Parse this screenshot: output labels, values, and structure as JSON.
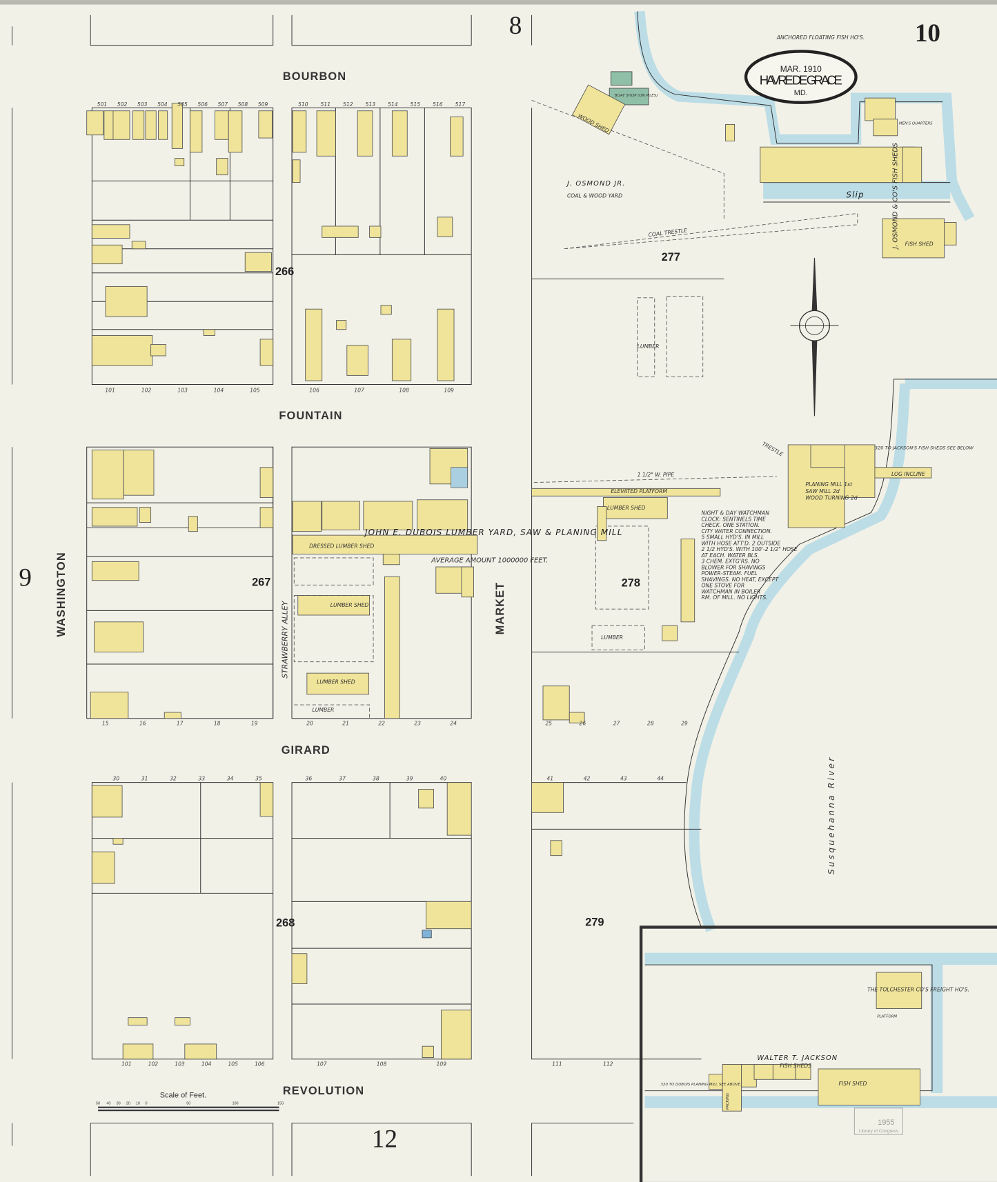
{
  "title": {
    "date": "MAR. 1910",
    "city": "HAVRE DE GRACE",
    "state": "MD."
  },
  "sheet_numbers": {
    "current": "10",
    "north": "8",
    "west": "9",
    "south": "12"
  },
  "streets": {
    "bourbon": "BOURBON",
    "fountain": "FOUNTAIN",
    "girard": "GIRARD",
    "revolution": "REVOLUTION",
    "washington": "WASHINGTON",
    "strawberry_alley": "STRAWBERRY ALLEY",
    "market": "MARKET"
  },
  "blocks": [
    "266",
    "267",
    "268",
    "277",
    "278",
    "279"
  ],
  "labels": {
    "anchored": "ANCHORED FLOATING FISH HO'S.",
    "osmond_yard": "J. OSMOND JR.",
    "osmond_yard_sub": "COAL & WOOD YARD",
    "coal_trestle": "COAL TRESTLE",
    "wood_shed": "WOOD SHED",
    "boat_shop": "BOAT SHOP (ON PILES)",
    "slip": "Slip",
    "osmond_fish_sheds": "J. OSMOND & CO'S FISH SHEDS",
    "mens_quarters": "MEN'S QUARTERS",
    "fish_shed": "FISH SHED",
    "dubois": "JOHN E. DUBOIS LUMBER YARD, SAW & PLANING MILL",
    "average_amount": "AVERAGE AMOUNT 1000000 FEET.",
    "dressed_lumber_shed": "DRESSED LUMBER SHED",
    "lumber_shed": "LUMBER SHED",
    "lumber": "LUMBER",
    "elevated_platform": "ELEVATED PLATFORM",
    "planing_mill": "PLANING MILL 1st",
    "saw_mill": "SAW MILL 2d",
    "wood_turning": "WOOD TURNING 2d",
    "trestle": "TRESTLE",
    "log_incline": "LOG INCLINE",
    "jackson_ref": "320 TO JACKSON'S FISH SHEDS SEE BELOW",
    "pipe": "1 1/2\" W. PIPE",
    "tolchester": "THE TOLCHESTER CO'S FREIGHT HO'S.",
    "platform": "PLATFORM",
    "jackson": "WALTER T. JACKSON",
    "jackson_sub": "FISH SHEDS",
    "packing": "PACKING",
    "dubois_ref": "320 TO DUBOIS PLANING MILL SEE ABOVE.",
    "river": "Susquehanna River"
  },
  "notes": [
    "NIGHT & DAY WATCHMAN",
    "CLOCK: SENTINELS TIME",
    "CHECK. ONE STATION.",
    "CITY WATER CONNECTION.",
    "5 SMALL HYD'S. IN MILL",
    "WITH HOSE ATT'D. 2 OUTSIDE",
    "2 1/2 HYD'S. WITH 100'-2 1/2\" HOSE",
    "AT EACH. WATER BLS.",
    "3 CHEM. EXTG'RS. NO",
    "BLOWER FOR SHAVINGS",
    "POWER-STEAM. FUEL",
    "SHAVINGS. NO HEAT, EXCEPT",
    "ONE STOVE FOR",
    "WATCHMAN IN BOILER",
    "RM. OF MILL. NO LIGHTS."
  ],
  "lots": {
    "b266a": [
      "101",
      "102",
      "103",
      "104",
      "105"
    ],
    "b266b": [
      "106",
      "107",
      "108",
      "109"
    ],
    "b267a": [
      "15",
      "16",
      "17",
      "18",
      "19"
    ],
    "b267b": [
      "20",
      "21",
      "22",
      "23",
      "24"
    ],
    "b278": [
      "25",
      "26",
      "27",
      "28",
      "29"
    ],
    "b268a_top": [
      "30",
      "31",
      "32",
      "33",
      "34",
      "35"
    ],
    "b268b_top": [
      "36",
      "37",
      "38",
      "39",
      "40"
    ],
    "b279_top": [
      "41",
      "42",
      "43",
      "44"
    ],
    "b268a": [
      "101",
      "102",
      "103",
      "104",
      "105",
      "106"
    ],
    "b268b": [
      "107",
      "108",
      "109"
    ],
    "b279": [
      "111",
      "112"
    ],
    "bourbon_a": [
      "501",
      "502",
      "503",
      "504",
      "505",
      "506",
      "507",
      "508",
      "509"
    ],
    "bourbon_b": [
      "510",
      "511",
      "512",
      "513",
      "514",
      "515",
      "516",
      "517"
    ]
  },
  "scale": {
    "title": "Scale of Feet.",
    "ticks": [
      "50",
      "40",
      "30",
      "20",
      "10",
      "0",
      "50",
      "100",
      "150"
    ]
  },
  "stamp": {
    "year": "1955",
    "org": "Library of Congress"
  },
  "colors": {
    "paper": "#f2f1e8",
    "brick_frame": "#f0e49a",
    "water": "#bcdde6",
    "stone": "#8fbfa6",
    "concrete": "#a9cfe0"
  }
}
